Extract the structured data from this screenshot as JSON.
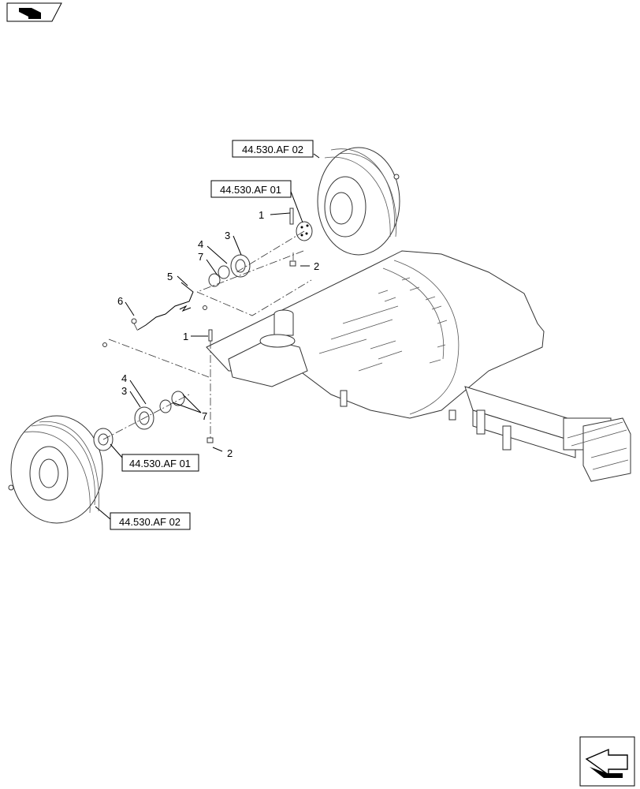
{
  "references": {
    "upper_tire": "44.530.AF 02",
    "upper_hub": "44.530.AF 01",
    "lower_hub": "44.530.AF 01",
    "lower_tire": "44.530.AF 02"
  },
  "callouts": {
    "upper_bolt": "1",
    "upper_nut": "2",
    "upper_seal": "3",
    "upper_bearing": "4",
    "upper_ring": "7",
    "brake_line": "5",
    "fitting": "6",
    "lower_bolt": "1",
    "lower_bearing": "4",
    "lower_seal": "3",
    "lower_ring": "7",
    "lower_nut": "2"
  },
  "icons": {
    "top_left": "page-book-icon",
    "bottom_right": "next-page-arrow-icon"
  }
}
